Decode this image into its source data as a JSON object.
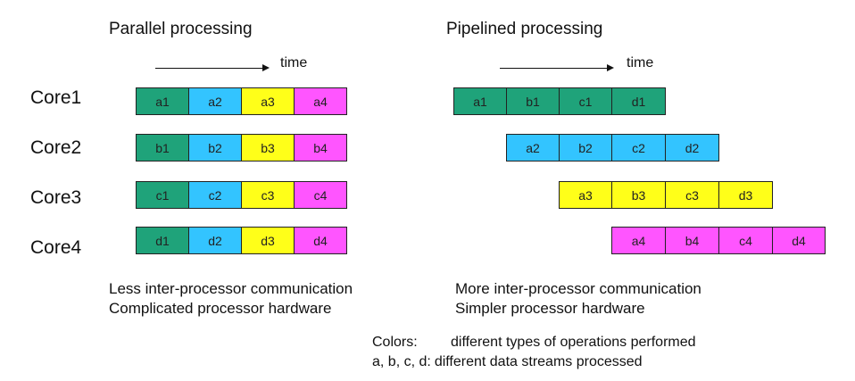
{
  "parallel": {
    "title": "Parallel processing",
    "time_label": "time",
    "rows": [
      [
        "a1",
        "a2",
        "a3",
        "a4"
      ],
      [
        "b1",
        "b2",
        "b3",
        "b4"
      ],
      [
        "c1",
        "c2",
        "c3",
        "c4"
      ],
      [
        "d1",
        "d2",
        "d3",
        "d4"
      ]
    ],
    "colors": [
      "#1fa37a",
      "#33c4ff",
      "#ffff19",
      "#ff55ff"
    ],
    "notes": [
      "Less inter-processor communication",
      "Complicated processor hardware"
    ]
  },
  "pipelined": {
    "title": "Pipelined processing",
    "time_label": "time",
    "rows": [
      [
        "a1",
        "b1",
        "c1",
        "d1"
      ],
      [
        "a2",
        "b2",
        "c2",
        "d2"
      ],
      [
        "a3",
        "b3",
        "c3",
        "d3"
      ],
      [
        "a4",
        "b4",
        "c4",
        "d4"
      ]
    ],
    "colors": [
      "#1fa37a",
      "#33c4ff",
      "#ffff19",
      "#ff55ff"
    ],
    "notes": [
      "More inter-processor communication",
      "Simpler processor hardware"
    ]
  },
  "cores": [
    "Core1",
    "Core2",
    "Core3",
    "Core4"
  ],
  "legend": [
    {
      "key": "Colors:",
      "text": "different types of operations performed"
    },
    {
      "key": "a, b, c, d:",
      "text": "different data streams processed"
    }
  ]
}
